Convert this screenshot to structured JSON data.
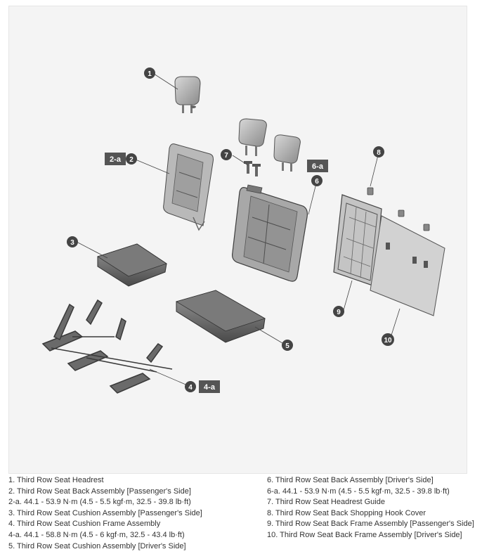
{
  "callouts": {
    "c1": "1",
    "c2": "2",
    "c2a": "2-a",
    "c3": "3",
    "c4": "4",
    "c4a": "4-a",
    "c5": "5",
    "c6": "6",
    "c6a": "6-a",
    "c7": "7",
    "c8": "8",
    "c9": "9",
    "c10": "10"
  },
  "legend": {
    "left": [
      "1. Third Row Seat Headrest",
      "2. Third Row Seat Back Assembly [Passenger's Side]",
      "2-a. 44.1 - 53.9 N·m (4.5 - 5.5 kgf·m, 32.5 - 39.8 lb·ft)",
      "3. Third Row Seat Cushion Assembly [Passenger's Side]",
      "4. Third Row Seat Cushion Frame Assembly",
      "4-a. 44.1 - 58.8 N·m (4.5 - 6 kgf·m, 32.5 - 43.4 lb·ft)",
      "5. Third Row Seat Cushion Assembly [Driver's Side]"
    ],
    "right": [
      "6. Third Row Seat Back Assembly [Driver's Side]",
      "6-a. 44.1 - 53.9 N·m (4.5 - 5.5 kgf·m, 32.5 - 39.8 lb·ft)",
      "7. Third Row Seat Headrest Guide",
      "8. Third Row Seat Back Shopping Hook Cover",
      "9. Third Row Seat Back Frame Assembly [Passenger's Side]",
      "10. Third Row Seat Back Frame Assembly [Driver's Side]"
    ]
  }
}
